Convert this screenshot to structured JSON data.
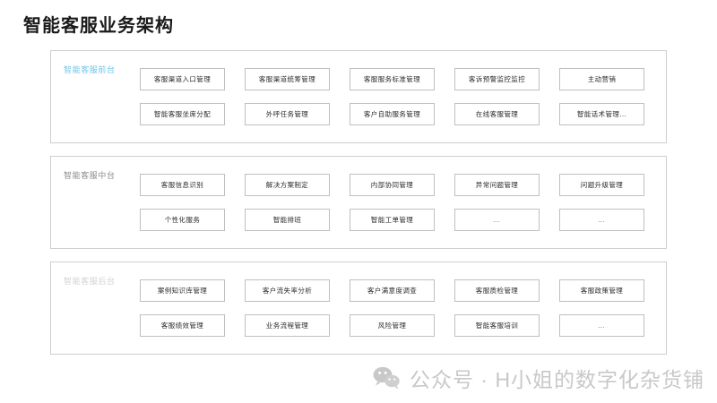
{
  "page": {
    "title": "智能客服业务架构"
  },
  "layers": [
    {
      "label": "智能客服前台",
      "tone": "front",
      "rows": [
        [
          "客服渠道入口管理",
          "客服渠道统筹管理",
          "客服服务标准管理",
          "客诉预警监控监控",
          "主动营销"
        ],
        [
          "智能客服坐席分配",
          "外呼任务管理",
          "客户自助服务管理",
          "在线客服管理",
          "智能话术管理…"
        ]
      ]
    },
    {
      "label": "智能客服中台",
      "tone": "mid",
      "rows": [
        [
          "客服信息识别",
          "解决方案制定",
          "内部协同管理",
          "异常问题管理",
          "问题升级管理"
        ],
        [
          "个性化服务",
          "智能排班",
          "智能工单管理",
          "…",
          "…"
        ]
      ]
    },
    {
      "label": "智能客服后台",
      "tone": "back",
      "rows": [
        [
          "案例知识库管理",
          "客户流失率分析",
          "客户满意度调查",
          "客服质检管理",
          "客服政策管理"
        ],
        [
          "客服绩效管理",
          "业务流程管理",
          "风险管理",
          "智能客服培训",
          "…"
        ]
      ]
    }
  ],
  "watermark": {
    "icon": "wechat-icon",
    "text": "公众号 · H小姐的数字化杂货铺"
  },
  "colors": {
    "front_label": "#6ec5e8",
    "mid_label": "#8b8b8b",
    "back_label": "#d2d2d2",
    "card_border": "#bfbfbf",
    "layer_border": "#cfcfcf",
    "watermark": "#c8c8c8"
  }
}
